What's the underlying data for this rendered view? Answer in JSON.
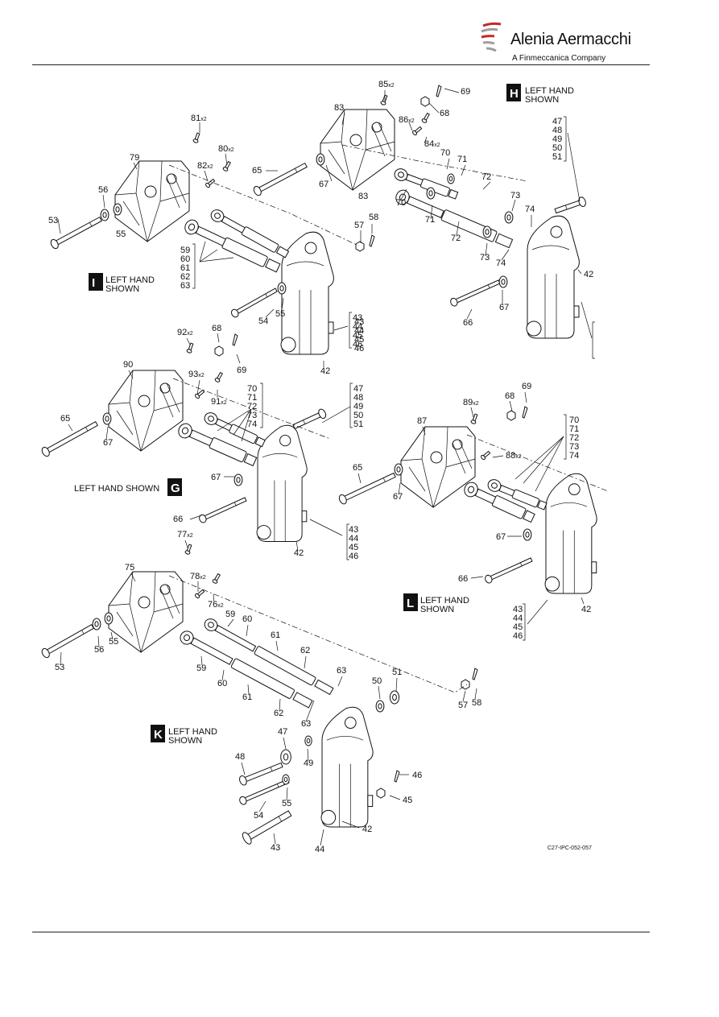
{
  "header": {
    "company": "Alenia Aermacchi",
    "tagline": "A Finmeccanica Company"
  },
  "figure": {
    "views": [
      {
        "letter": "H",
        "caption": [
          "LEFT HAND",
          "SHOWN"
        ]
      },
      {
        "letter": "I",
        "caption": [
          "LEFT HAND",
          "SHOWN"
        ]
      },
      {
        "letter": "G",
        "caption": [
          "LEFT HAND SHOWN"
        ]
      },
      {
        "letter": "L",
        "caption": [
          "LEFT HAND",
          "SHOWN"
        ]
      },
      {
        "letter": "K",
        "caption": [
          "LEFT HAND",
          "SHOWN"
        ]
      }
    ],
    "labels": [
      {
        "n": "85",
        "q": "x2"
      },
      {
        "n": "69"
      },
      {
        "n": "83"
      },
      {
        "n": "68"
      },
      {
        "n": "86",
        "q": "x2"
      },
      {
        "n": "84",
        "q": "x2"
      },
      {
        "n": "65"
      },
      {
        "n": "67"
      },
      {
        "n": "70"
      },
      {
        "n": "71"
      },
      {
        "n": "72"
      },
      {
        "n": "73"
      },
      {
        "n": "74"
      },
      {
        "n": "83"
      },
      {
        "n": "70"
      },
      {
        "n": "71"
      },
      {
        "n": "72"
      },
      {
        "n": "73"
      },
      {
        "n": "74"
      },
      {
        "n": "42"
      },
      {
        "n": "67"
      },
      {
        "n": "66"
      },
      {
        "n": "81",
        "q": "x2"
      },
      {
        "n": "80",
        "q": "x2"
      },
      {
        "n": "79"
      },
      {
        "n": "82",
        "q": "x2"
      },
      {
        "n": "56"
      },
      {
        "n": "53"
      },
      {
        "n": "55"
      },
      {
        "n": "57"
      },
      {
        "n": "58"
      },
      {
        "n": "54"
      },
      {
        "n": "55"
      },
      {
        "n": "42"
      },
      {
        "n": "92",
        "q": "x2"
      },
      {
        "n": "68"
      },
      {
        "n": "69"
      },
      {
        "n": "90"
      },
      {
        "n": "93",
        "q": "x2"
      },
      {
        "n": "91",
        "q": "x2"
      },
      {
        "n": "65"
      },
      {
        "n": "67"
      },
      {
        "n": "67"
      },
      {
        "n": "66"
      },
      {
        "n": "42"
      },
      {
        "n": "89",
        "q": "x2"
      },
      {
        "n": "68"
      },
      {
        "n": "69"
      },
      {
        "n": "87"
      },
      {
        "n": "88",
        "q": "x2"
      },
      {
        "n": "65"
      },
      {
        "n": "67"
      },
      {
        "n": "67"
      },
      {
        "n": "66"
      },
      {
        "n": "42"
      },
      {
        "n": "77",
        "q": "x2"
      },
      {
        "n": "75"
      },
      {
        "n": "78",
        "q": "x2"
      },
      {
        "n": "76",
        "q": "x2"
      },
      {
        "n": "53"
      },
      {
        "n": "56"
      },
      {
        "n": "55"
      },
      {
        "n": "59"
      },
      {
        "n": "60"
      },
      {
        "n": "61"
      },
      {
        "n": "62"
      },
      {
        "n": "63"
      },
      {
        "n": "59"
      },
      {
        "n": "60"
      },
      {
        "n": "61"
      },
      {
        "n": "62"
      },
      {
        "n": "63"
      },
      {
        "n": "50"
      },
      {
        "n": "51"
      },
      {
        "n": "57"
      },
      {
        "n": "58"
      },
      {
        "n": "47"
      },
      {
        "n": "48"
      },
      {
        "n": "49"
      },
      {
        "n": "55"
      },
      {
        "n": "46"
      },
      {
        "n": "45"
      },
      {
        "n": "54"
      },
      {
        "n": "43"
      },
      {
        "n": "44"
      },
      {
        "n": "42"
      }
    ],
    "stacks": [
      [
        "47",
        "48",
        "49",
        "50",
        "51"
      ],
      [
        "43",
        "44",
        "45",
        "46"
      ],
      [
        "59",
        "60",
        "61",
        "62",
        "63"
      ],
      [
        "43",
        "44",
        "45",
        "46"
      ],
      [
        "70",
        "71",
        "72",
        "73",
        "74"
      ],
      [
        "47",
        "48",
        "49",
        "50",
        "51"
      ],
      [
        "43",
        "44",
        "45",
        "46"
      ],
      [
        "70",
        "71",
        "72",
        "73",
        "74"
      ],
      [
        "43",
        "44",
        "45",
        "46"
      ]
    ],
    "code": "C27-IPC-052-057"
  }
}
